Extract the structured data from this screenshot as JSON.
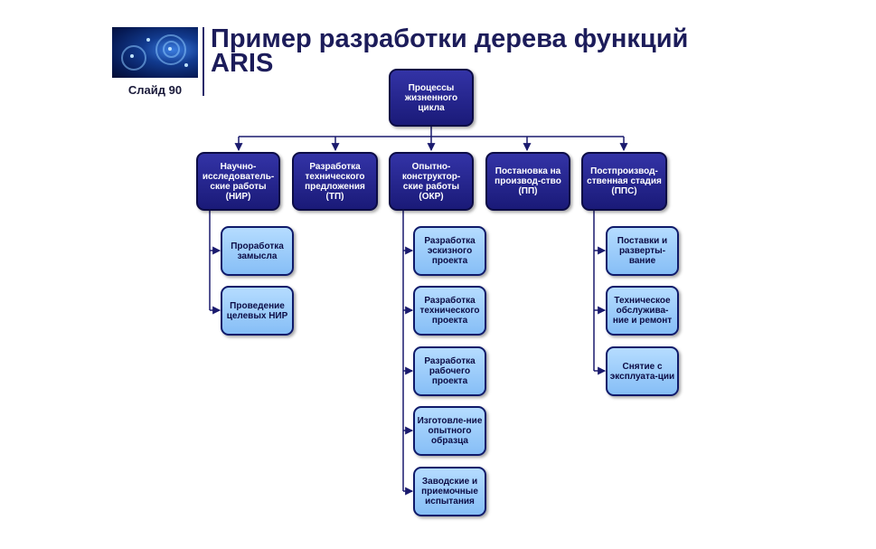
{
  "header": {
    "title_line1": "Пример разработки дерева функций",
    "title_line2": "ARIS",
    "slide_label": "Слайд 90"
  },
  "colors": {
    "dark_box": "#1f1f85",
    "light_box": "#9ccbfb",
    "connector": "#1a1a6e"
  },
  "tree": {
    "root": "Процессы жизненного цикла",
    "level1": [
      {
        "label": "Научно-исследователь-ские работы (НИР)",
        "children": [
          "Проработка замысла",
          "Проведение целевых НИР"
        ]
      },
      {
        "label": "Разработка технического предложения (ТП)",
        "children": []
      },
      {
        "label": "Опытно-конструктор-ские работы (ОКР)",
        "children": [
          "Разработка эскизного проекта",
          "Разработка технического проекта",
          "Разработка рабочего проекта",
          "Изготовле-ние опытного образца",
          "Заводские и приемочные испытания"
        ]
      },
      {
        "label": "Постановка на производ-ство (ПП)",
        "children": []
      },
      {
        "label": "Постпроизвод-ственная стадия (ППС)",
        "children": [
          "Поставки и разверты-вание",
          "Техническое обслужива-ние и ремонт",
          "Снятие с эксплуата-ции"
        ]
      }
    ]
  }
}
